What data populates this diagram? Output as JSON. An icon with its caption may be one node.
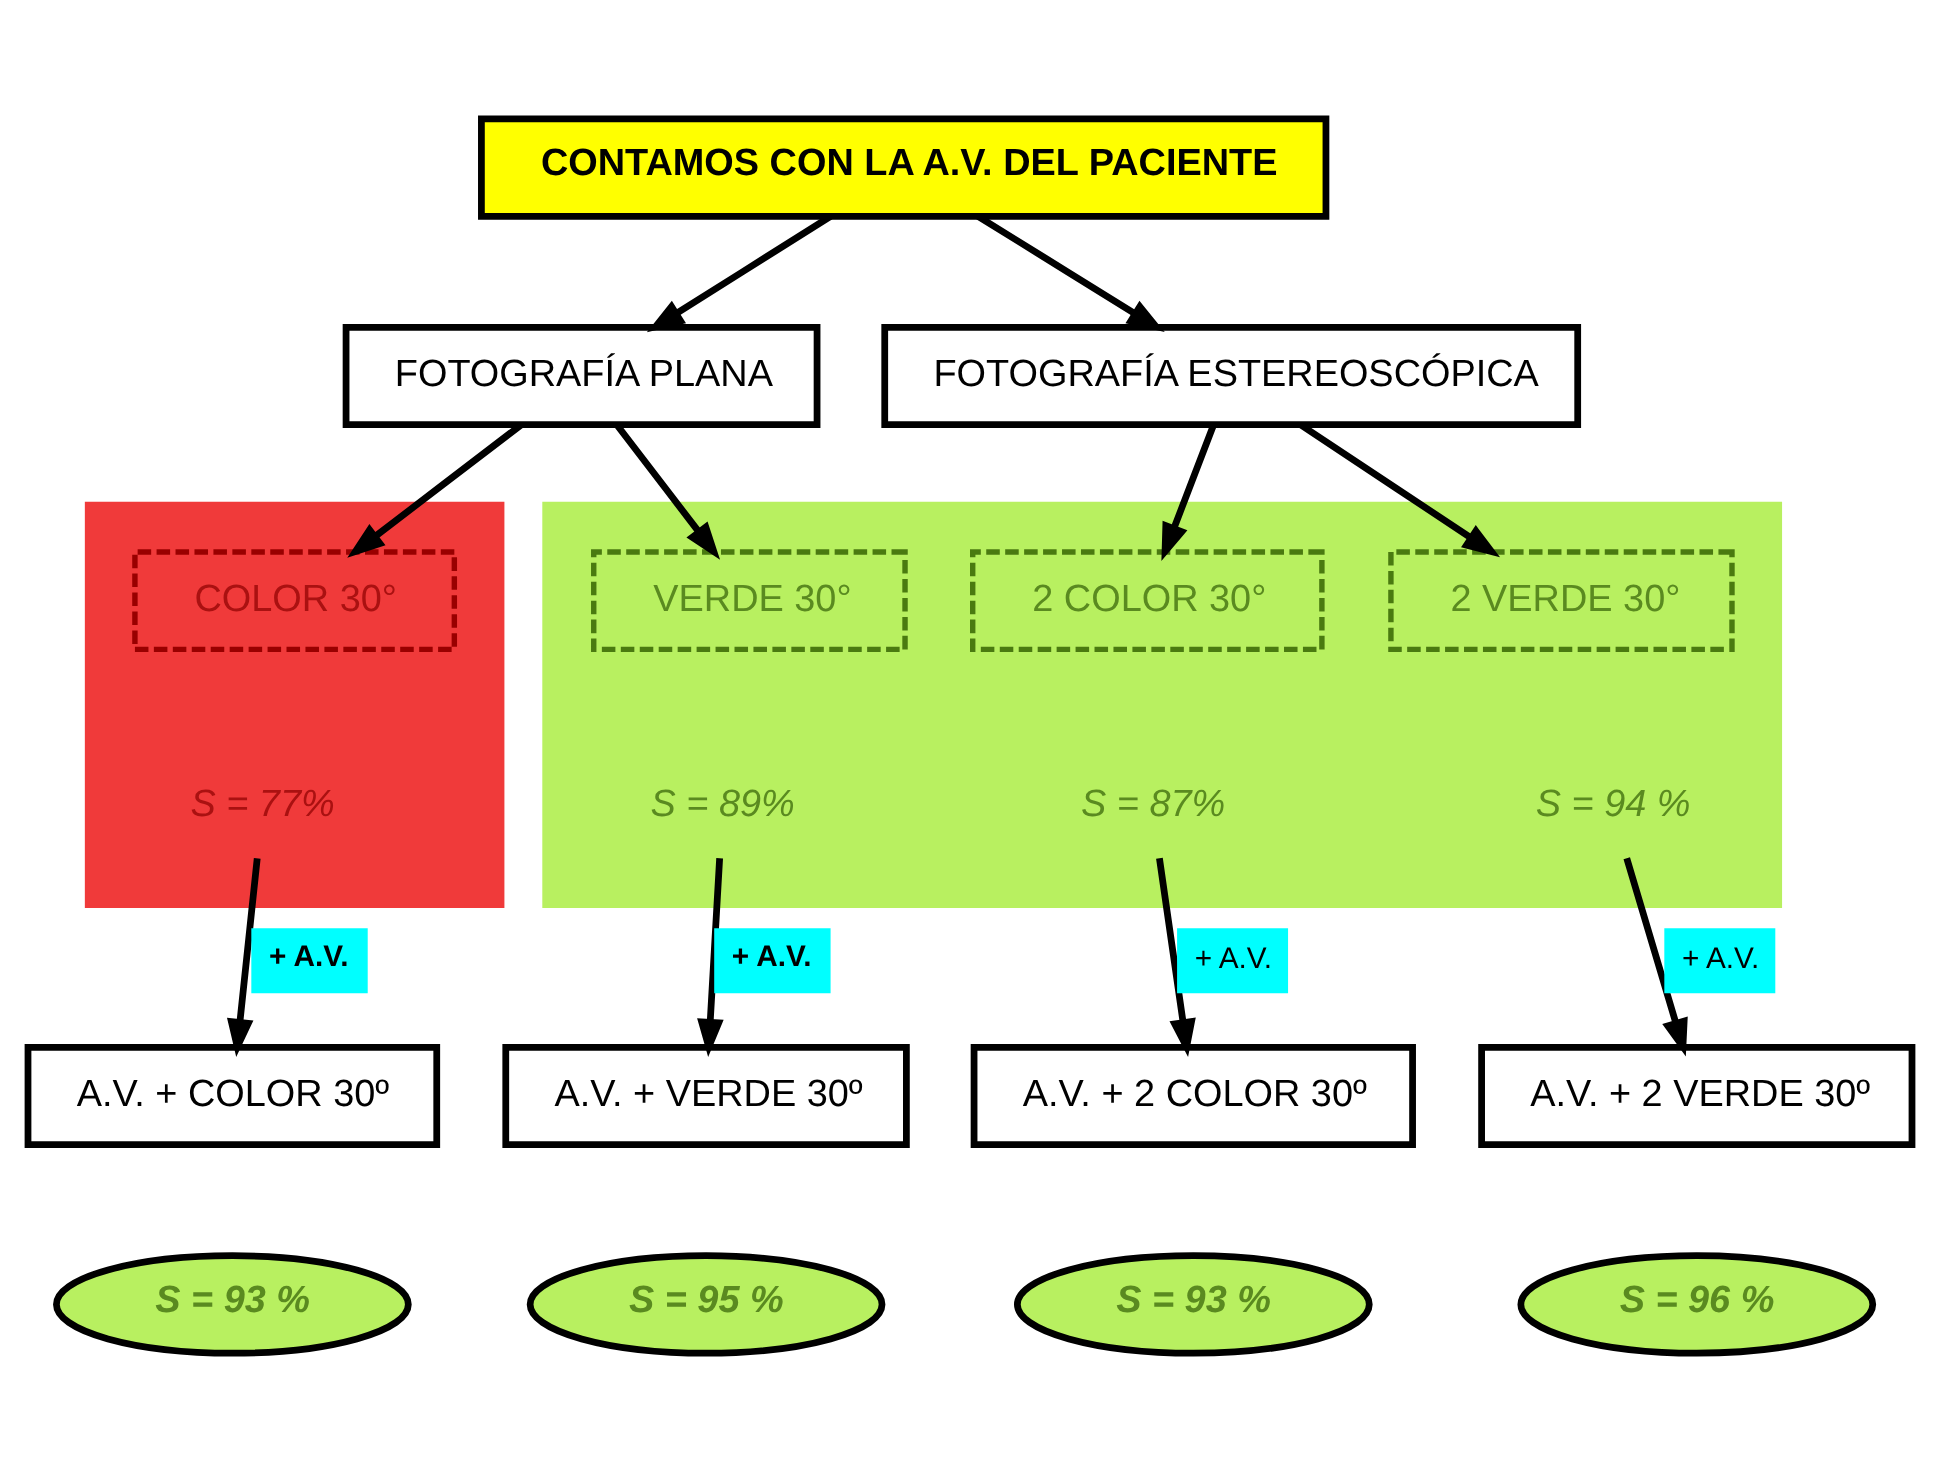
{
  "diagram": {
    "nodes": [
      {
        "text": [
          "CONTAMOS CON LA A.V. DEL PACIENTE"
        ]
      },
      {
        "text": [
          "FOTOGRAFÍA PLANA"
        ]
      },
      {
        "text": [
          "FOTOGRAFÍA ESTEREOSCÓPICA"
        ]
      },
      {
        "text": [],
        "shape": "box"
      },
      {
        "text": [
          "COLOR 30°"
        ],
        "in": 3
      },
      {
        "text": [
          "S = 77%"
        ],
        "in": 3
      },
      {
        "text": [],
        "shape": "box"
      },
      {
        "text": [
          "VERDE 30°"
        ],
        "in": 6
      },
      {
        "text": [
          "S = 89%"
        ],
        "in": 6
      },
      {
        "text": [
          "2 COLOR 30°"
        ],
        "in": 6
      },
      {
        "text": [
          "S = 87%"
        ],
        "in": 6
      },
      {
        "text": [
          "2 VERDE 30°"
        ],
        "in": 6
      },
      {
        "text": [
          "S = 94 %"
        ],
        "in": 6
      },
      {
        "text": [
          "A.V. + COLOR 30º"
        ]
      },
      {
        "text": [
          "A.V. + VERDE 30º"
        ]
      },
      {
        "text": [
          "A.V. + 2 COLOR 30º"
        ]
      },
      {
        "text": [
          "A.V. + 2 VERDE 30º"
        ]
      },
      {
        "text": [
          "S = 93 %"
        ]
      },
      {
        "text": [
          "S = 95 %"
        ]
      },
      {
        "text": [
          "S = 93 %"
        ]
      },
      {
        "text": [
          "S = 96 %"
        ]
      }
    ],
    "edges": [
      {
        "from": 0,
        "to": 1,
        "arrow": "to"
      },
      {
        "from": 0,
        "to": 2,
        "arrow": "to"
      },
      {
        "from": 1,
        "to": 4,
        "arrow": "to"
      },
      {
        "from": 1,
        "to": 7,
        "arrow": "to"
      },
      {
        "from": 2,
        "to": 9,
        "arrow": "to"
      },
      {
        "from": 2,
        "to": 11,
        "arrow": "to"
      },
      {
        "from": 5,
        "to": 13,
        "arrow": "to",
        "label": "+ A.V."
      },
      {
        "from": 8,
        "to": 14,
        "arrow": "to",
        "label": "+ A.V."
      },
      {
        "from": 10,
        "to": 15,
        "arrow": "to",
        "label": "+ A.V."
      },
      {
        "from": 12,
        "to": 16,
        "arrow": "to",
        "label": "+ A.V."
      }
    ]
  }
}
